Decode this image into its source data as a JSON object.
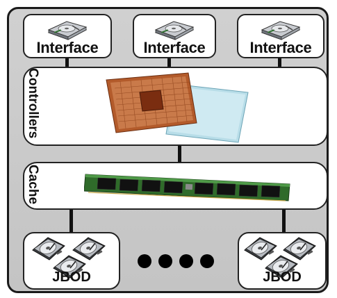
{
  "interfaces": [
    {
      "label": "Interface"
    },
    {
      "label": "Interface"
    },
    {
      "label": "Interface"
    }
  ],
  "controllers": {
    "label": "Controllers",
    "icon": "cpu-icon"
  },
  "cache": {
    "label": "Cache",
    "icon": "ram-module-icon"
  },
  "jbods": [
    {
      "label": "JBOD",
      "icon": "hard-drive-group-icon"
    },
    {
      "label": "JBOD",
      "icon": "hard-drive-group-icon"
    }
  ],
  "ellipsis": {
    "count": 4
  },
  "colors": {
    "frame_bg": "#c8c8c8",
    "box_bg": "#ffffff",
    "stroke": "#111111"
  }
}
